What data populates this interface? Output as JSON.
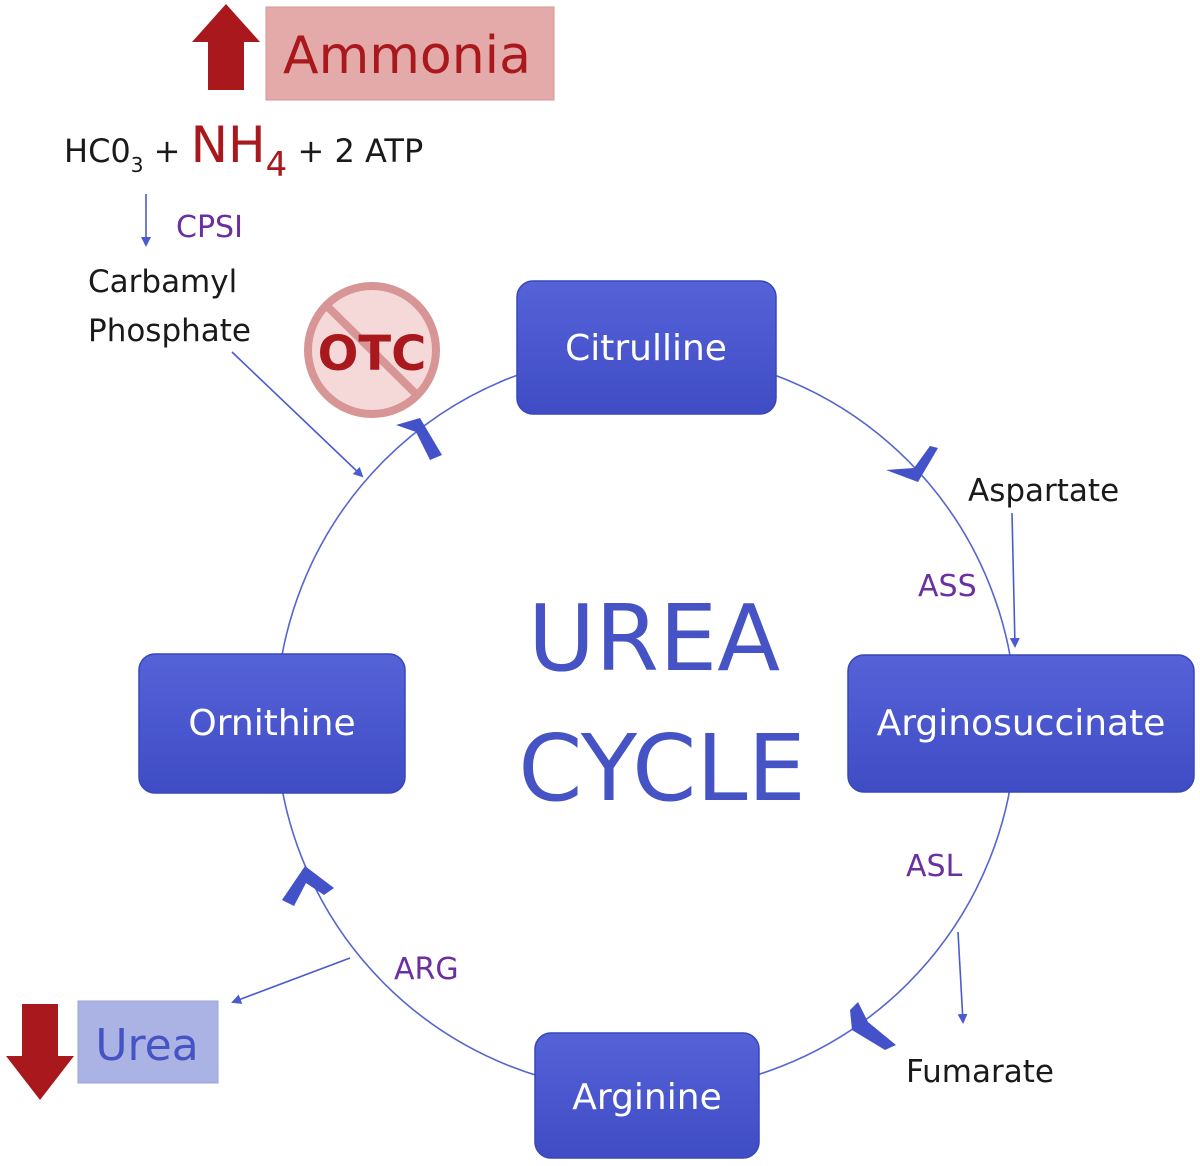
{
  "title": {
    "line1": "UREA",
    "line2": "CYCLE"
  },
  "ammonia": {
    "label": "Ammonia",
    "direction": "up"
  },
  "urea": {
    "label": "Urea",
    "direction": "down"
  },
  "reaction": {
    "hco3_prefix": "HC0",
    "hco3_sub": "3",
    "plus1": " + ",
    "nh": "NH",
    "nh_sub": "4",
    "plus_atp": " + 2 ATP"
  },
  "enzymes": {
    "cpsi": "CPSI",
    "otc": "OTC",
    "ass": "ASS",
    "asl": "ASL",
    "arg": "ARG"
  },
  "nodes": {
    "citrulline": "Citrulline",
    "arginosuccinate": "Arginosuccinate",
    "arginine": "Arginine",
    "ornithine": "Ornithine"
  },
  "substrates": {
    "carbamyl_line1": "Carbamyl",
    "carbamyl_line2": "Phosphate",
    "aspartate": "Aspartate",
    "fumarate": "Fumarate"
  },
  "colors": {
    "node_fill": "#4a57d0",
    "cycle_line": "#5566cc",
    "ammonia_box": "#e4a9a9",
    "urea_box": "#aab3e3",
    "dark_red": "#a8181c",
    "enzyme_text": "#6a2fa0",
    "title_text": "#4553c4"
  }
}
